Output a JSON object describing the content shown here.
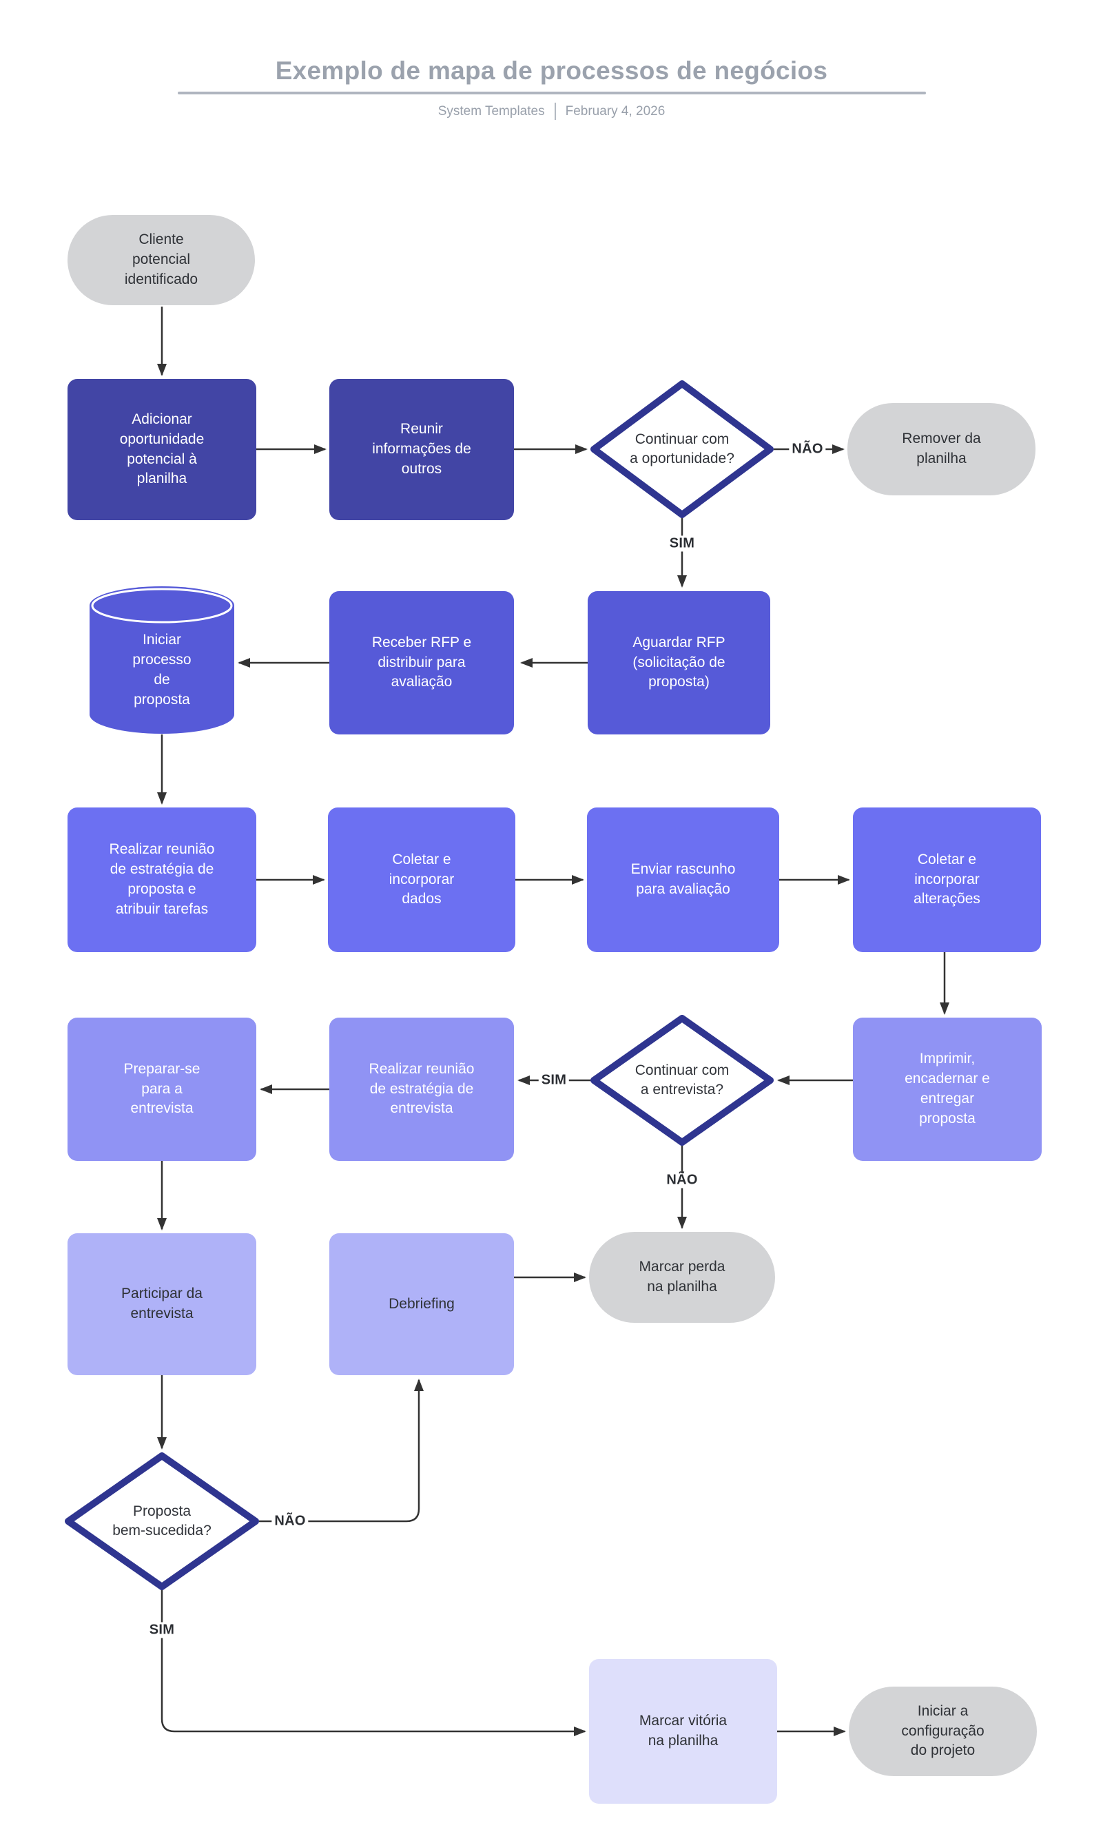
{
  "header": {
    "title": "Exemplo de mapa de processos de negócios",
    "source": "System Templates",
    "date": "February 4, 2026"
  },
  "labels": {
    "yes": "SIM",
    "no": "NÃO"
  },
  "colors": {
    "step1": "#4245A5",
    "step2": "#565AD8",
    "step3": "#6C70F2",
    "step4": "#9093F4",
    "step5": "#AFB2F8",
    "step6": "#DEDFFB",
    "terminal_gray": "#D3D4D6",
    "decision_border": "#2F3590",
    "connector": "#333333",
    "title_gray": "#9BA2AD"
  },
  "nodes": {
    "cliente": {
      "text": "Cliente\npotencial\nidentificado"
    },
    "adicionar": {
      "text": "Adicionar\noportunidade\npotencial à\nplanilha"
    },
    "reunir": {
      "text": "Reunir\ninformações de\noutros"
    },
    "d1": {
      "text": "Continuar com\na oportunidade?"
    },
    "remover": {
      "text": "Remover da\nplanilha"
    },
    "aguardar": {
      "text": "Aguardar RFP\n(solicitação de\nproposta)"
    },
    "receber": {
      "text": "Receber RFP e\ndistribuir para\navaliação"
    },
    "iniciar_proposta": {
      "text": "Iniciar\nprocesso\nde\nproposta"
    },
    "realizar_proposta": {
      "text": "Realizar reunião\nde estratégia de\nproposta e\natribuir tarefas"
    },
    "coletar_dados": {
      "text": "Coletar e\nincorporar\ndados"
    },
    "enviar_rascunho": {
      "text": "Enviar rascunho\npara avaliação"
    },
    "coletar_alteracoes": {
      "text": "Coletar e\nincorporar\nalterações"
    },
    "imprimir": {
      "text": "Imprimir,\nencadernar e\nentregar\nproposta"
    },
    "d2": {
      "text": "Continuar com\na entrevista?"
    },
    "realizar_entrevista": {
      "text": "Realizar reunião\nde estratégia de\nentrevista"
    },
    "preparar": {
      "text": "Preparar-se\npara a\nentrevista"
    },
    "participar": {
      "text": "Participar da\nentrevista"
    },
    "debriefing": {
      "text": "Debriefing"
    },
    "marcar_perda": {
      "text": "Marcar perda\nna planilha"
    },
    "d3": {
      "text": "Proposta\nbem-sucedida?"
    },
    "marcar_vitoria": {
      "text": "Marcar vitória\nna planilha"
    },
    "iniciar_config": {
      "text": "Iniciar a\nconfiguração\ndo projeto"
    }
  }
}
